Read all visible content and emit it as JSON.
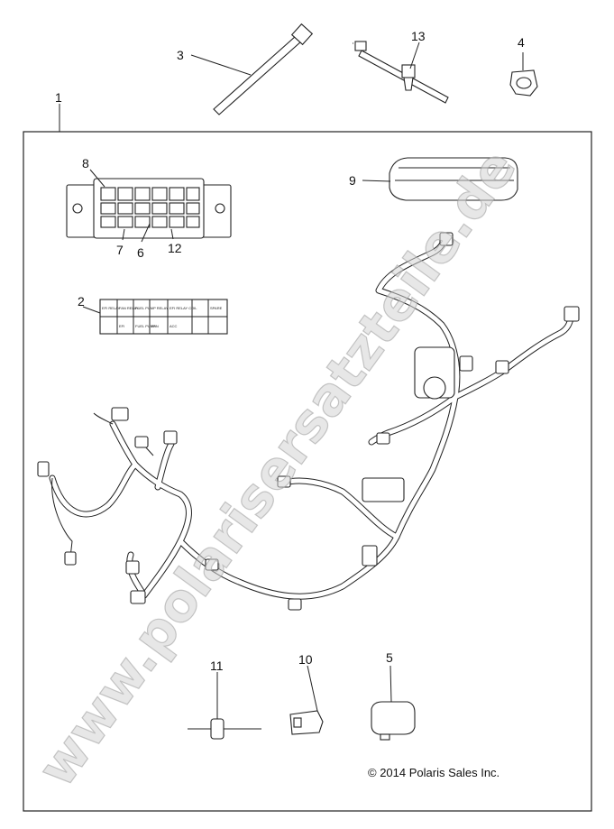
{
  "callouts": {
    "c1": "1",
    "c2": "2",
    "c3": "3",
    "c4": "4",
    "c5": "5",
    "c6": "6",
    "c7": "7",
    "c8": "8",
    "c9": "9",
    "c10": "10",
    "c11": "11",
    "c12": "12",
    "c13": "13"
  },
  "copyright": "© 2014 Polaris Sales Inc.",
  "watermark": "www.polarisersatzteile.de",
  "label_decal": {
    "cells": [
      "EFI RELAY",
      "FAN RELAY",
      "FUEL PUMP RELAY",
      "",
      "EFI RELAY COIL",
      "SPARE",
      "FUEL PUMP",
      "EFI",
      "FAN",
      "ACC"
    ]
  }
}
